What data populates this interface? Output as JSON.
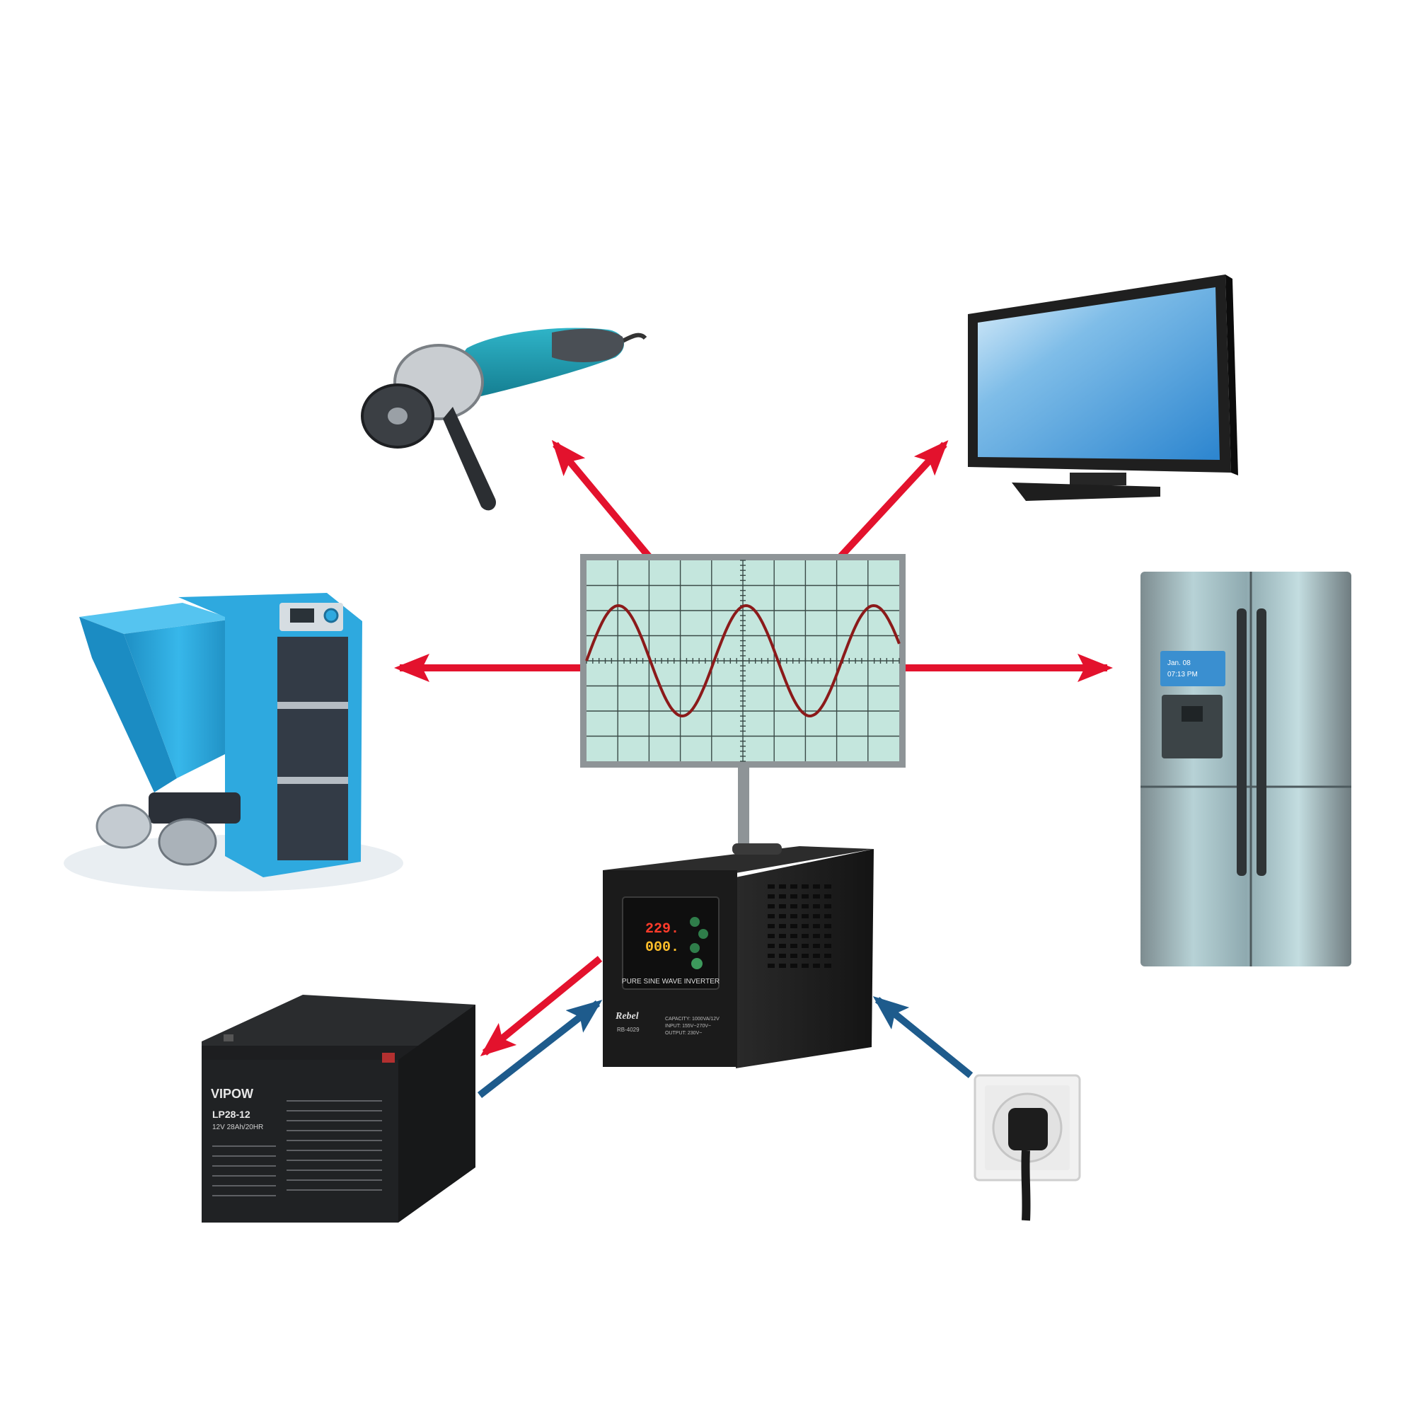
{
  "colors": {
    "output_arrow": "#e3122d",
    "input_arrow": "#1e5b8c",
    "scope_bg": "#c4e6dd",
    "scope_grid": "#3a4a47",
    "scope_frame": "#8e9497",
    "sine": "#8b1a1a",
    "stand": "#8e9497",
    "inverter_body": "#1b1b1b",
    "boiler_blue": "#2ea9df",
    "tv_screen": "#3a93d6",
    "fridge_steel": "#8fb3b8"
  },
  "icons": {
    "oscilloscope": "oscilloscope-icon",
    "angle_grinder": "angle-grinder-icon",
    "tv": "tv-icon",
    "boiler": "boiler-icon",
    "fridge": "refrigerator-icon",
    "inverter": "inverter-icon",
    "battery": "battery-icon",
    "socket": "wall-socket-icon"
  },
  "inverter": {
    "display_top": "229.",
    "display_bottom": "000.",
    "panel_title": "PURE SINE WAVE INVERTER",
    "brand": "Rebel",
    "model": "RB-4029",
    "spec_capacity": "CAPACITY: 1000VA/12V",
    "spec_input": "INPUT: 155V~270V~",
    "spec_output": "OUTPUT: 230V~"
  },
  "battery": {
    "brand": "VIPOW",
    "model": "LP28-12",
    "rating": "12V 28Ah/20HR"
  },
  "fridge": {
    "date": "Jan. 08",
    "time": "07:13 PM"
  }
}
